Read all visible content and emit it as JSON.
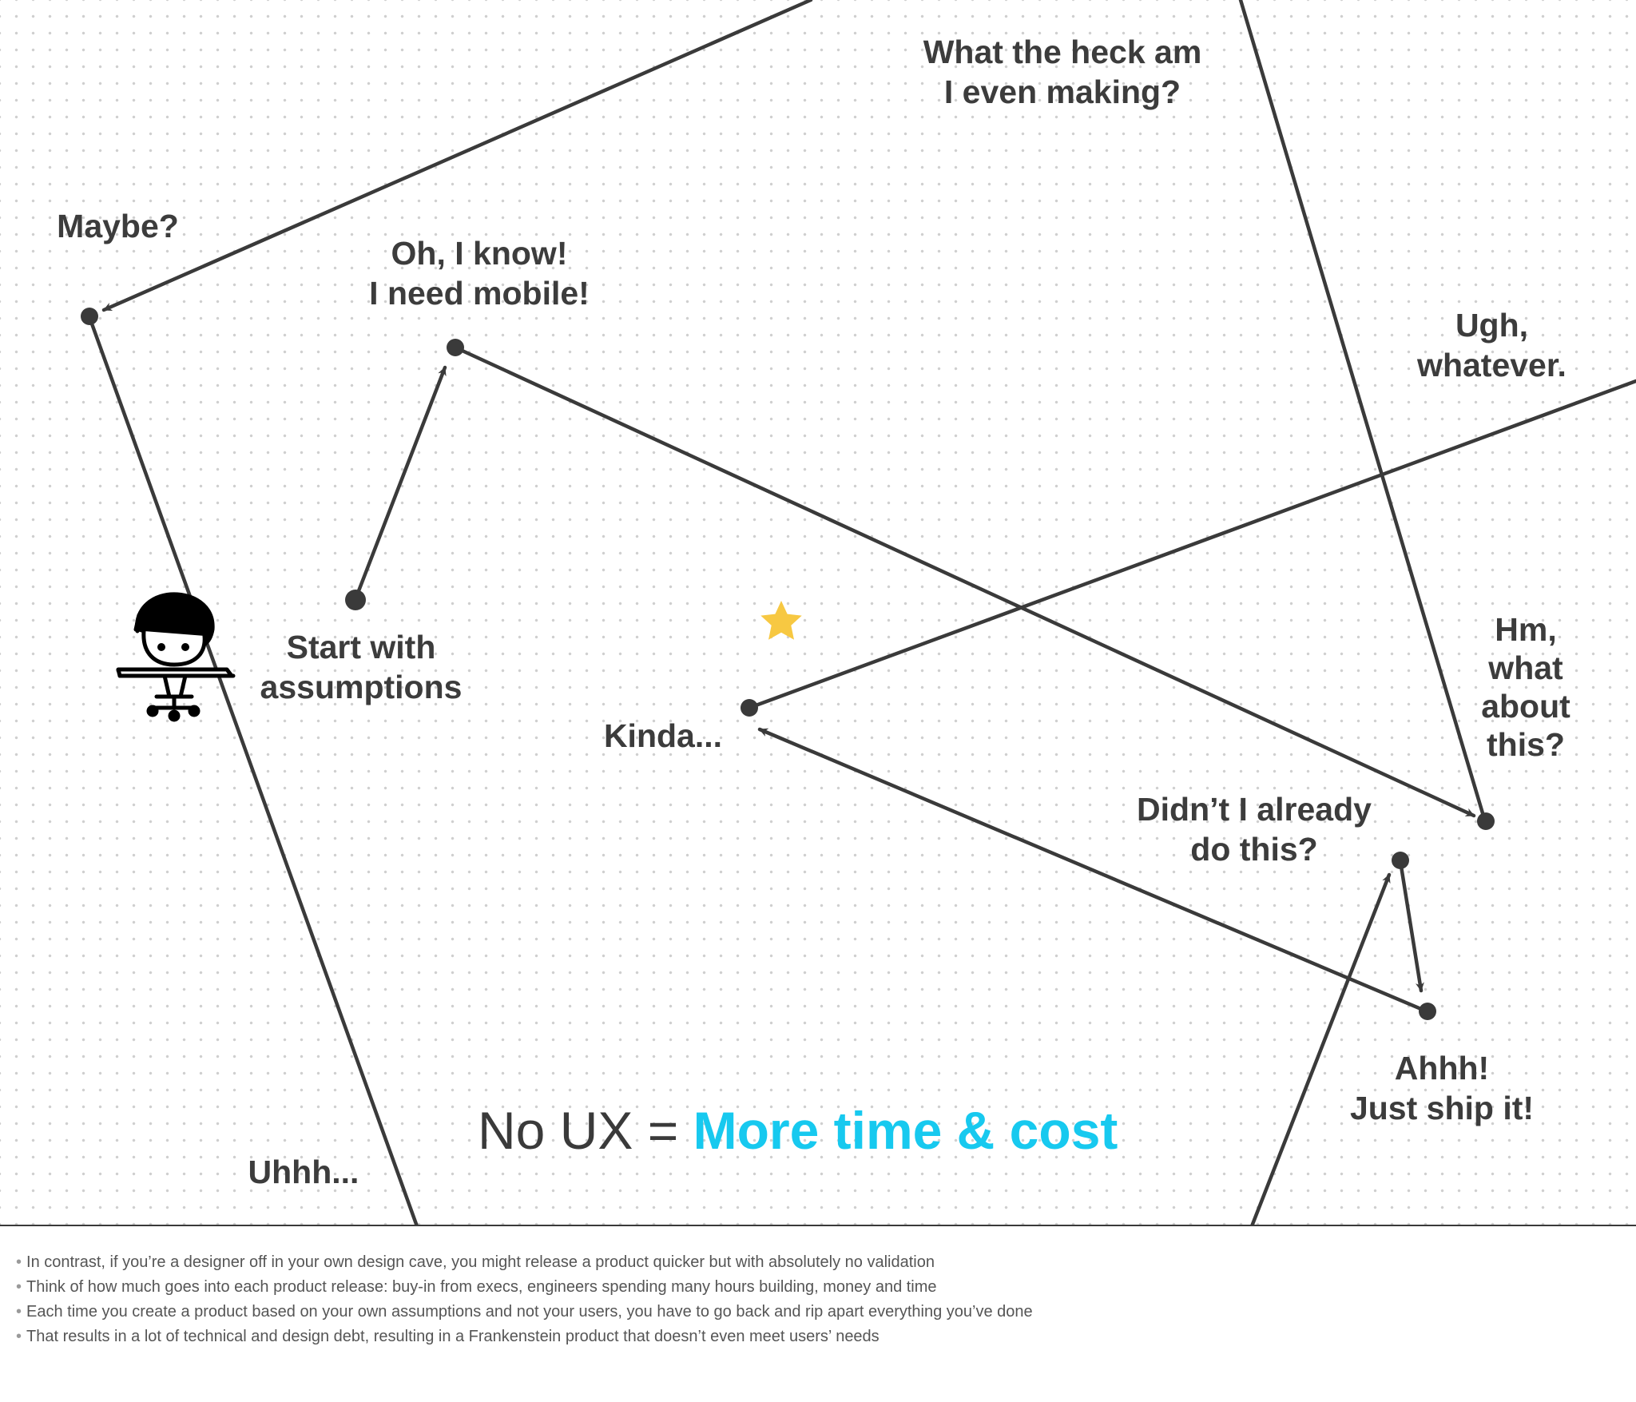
{
  "diagram": {
    "labels": {
      "what_the_heck": "What the heck am\nI even making?",
      "maybe": "Maybe?",
      "oh_i_know": "Oh, I know!\nI need mobile!",
      "ugh_whatever": "Ugh,\nwhatever.",
      "start_with_assumptions": "Start with\nassumptions",
      "kinda": "Kinda...",
      "hm_what_about": "Hm,\nwhat\nabout\nthis?",
      "didnt_i_already": "Didn’t I already\ndo this?",
      "ahhh_ship_it": "Ahhh!\nJust ship it!",
      "uhhh": "Uhhh..."
    },
    "headline": {
      "prefix": "No UX = ",
      "accent": "More time & cost"
    },
    "colors": {
      "path_line": "#3a3a3a",
      "label_text": "#3c3c3c",
      "accent": "#17c9ef",
      "star": "#f7c842"
    },
    "icons": [
      "star-icon",
      "designer-at-desk-icon"
    ]
  },
  "notes": [
    "In contrast, if you’re a designer off in your own design cave, you might release a product quicker but with absolutely no validation",
    "Think of how much goes into each product release: buy-in from execs, engineers spending many hours building, money and time",
    "Each time you create a product based on your own assumptions and not your users, you have to go back and rip apart everything you’ve done",
    "That results in a lot of technical and design debt, resulting in a Frankenstein product that doesn’t even meet users’ needs"
  ]
}
